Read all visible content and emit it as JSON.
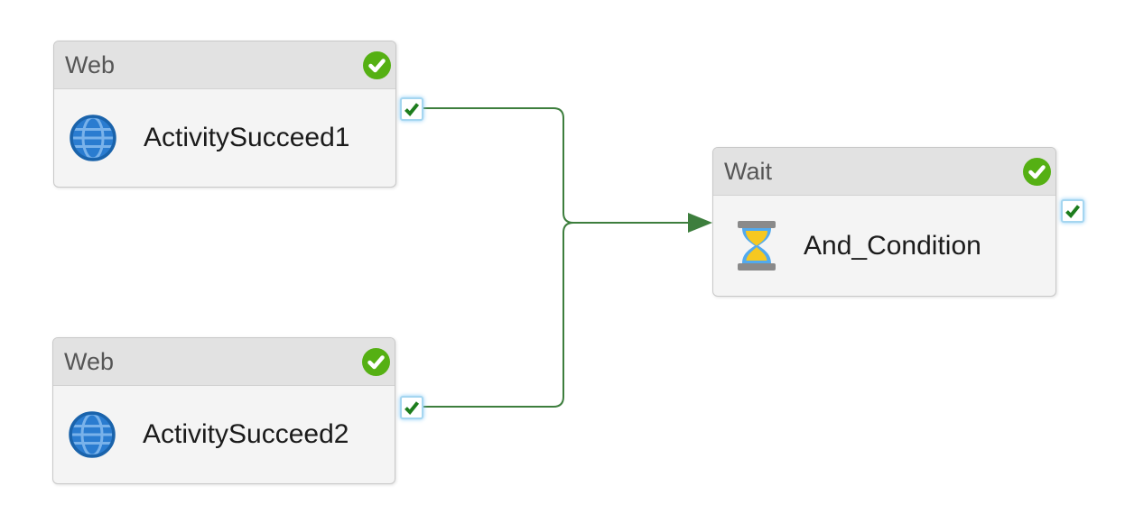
{
  "app": {
    "view": "pipeline-run-canvas"
  },
  "colors": {
    "canvas_bg": "#ffffff",
    "node_border": "#c8c8c8",
    "node_header_bg": "#e2e2e2",
    "node_body_bg": "#f4f4f4",
    "header_text": "#565656",
    "title_text": "#1b1b1b",
    "badge_green": "#55b013",
    "connector_green": "#3d7e3d",
    "port_check_green": "#1d7d1d",
    "port_border_blue": "#a5d6f0",
    "globe_fill": "#2a7cd0",
    "globe_rim": "#1a63ab",
    "globe_grid": "#79b2ea",
    "hourglass_frame": "#8a8a8a",
    "hourglass_glass": "#52aaee",
    "hourglass_sand": "#f6c820"
  },
  "diagram": {
    "nodes": [
      {
        "type_label": "Web",
        "name": "ActivitySucceed1",
        "icon": "globe-icon",
        "badge": "check-badge-icon",
        "status": "succeeded"
      },
      {
        "type_label": "Web",
        "name": "ActivitySucceed2",
        "icon": "globe-icon",
        "badge": "check-badge-icon",
        "status": "succeeded"
      },
      {
        "type_label": "Wait",
        "name": "And_Condition",
        "icon": "hourglass-icon",
        "badge": "check-badge-icon",
        "status": "succeeded"
      }
    ],
    "ports": [
      {
        "node": "ActivitySucceed1",
        "type": "success-output",
        "icon": "check-icon"
      },
      {
        "node": "ActivitySucceed2",
        "type": "success-output",
        "icon": "check-icon"
      },
      {
        "node": "And_Condition",
        "type": "success-output",
        "icon": "check-icon"
      }
    ],
    "connectors": [
      {
        "from": "ActivitySucceed1",
        "to": "And_Condition",
        "condition": "success"
      },
      {
        "from": "ActivitySucceed2",
        "to": "And_Condition",
        "condition": "success"
      }
    ]
  }
}
